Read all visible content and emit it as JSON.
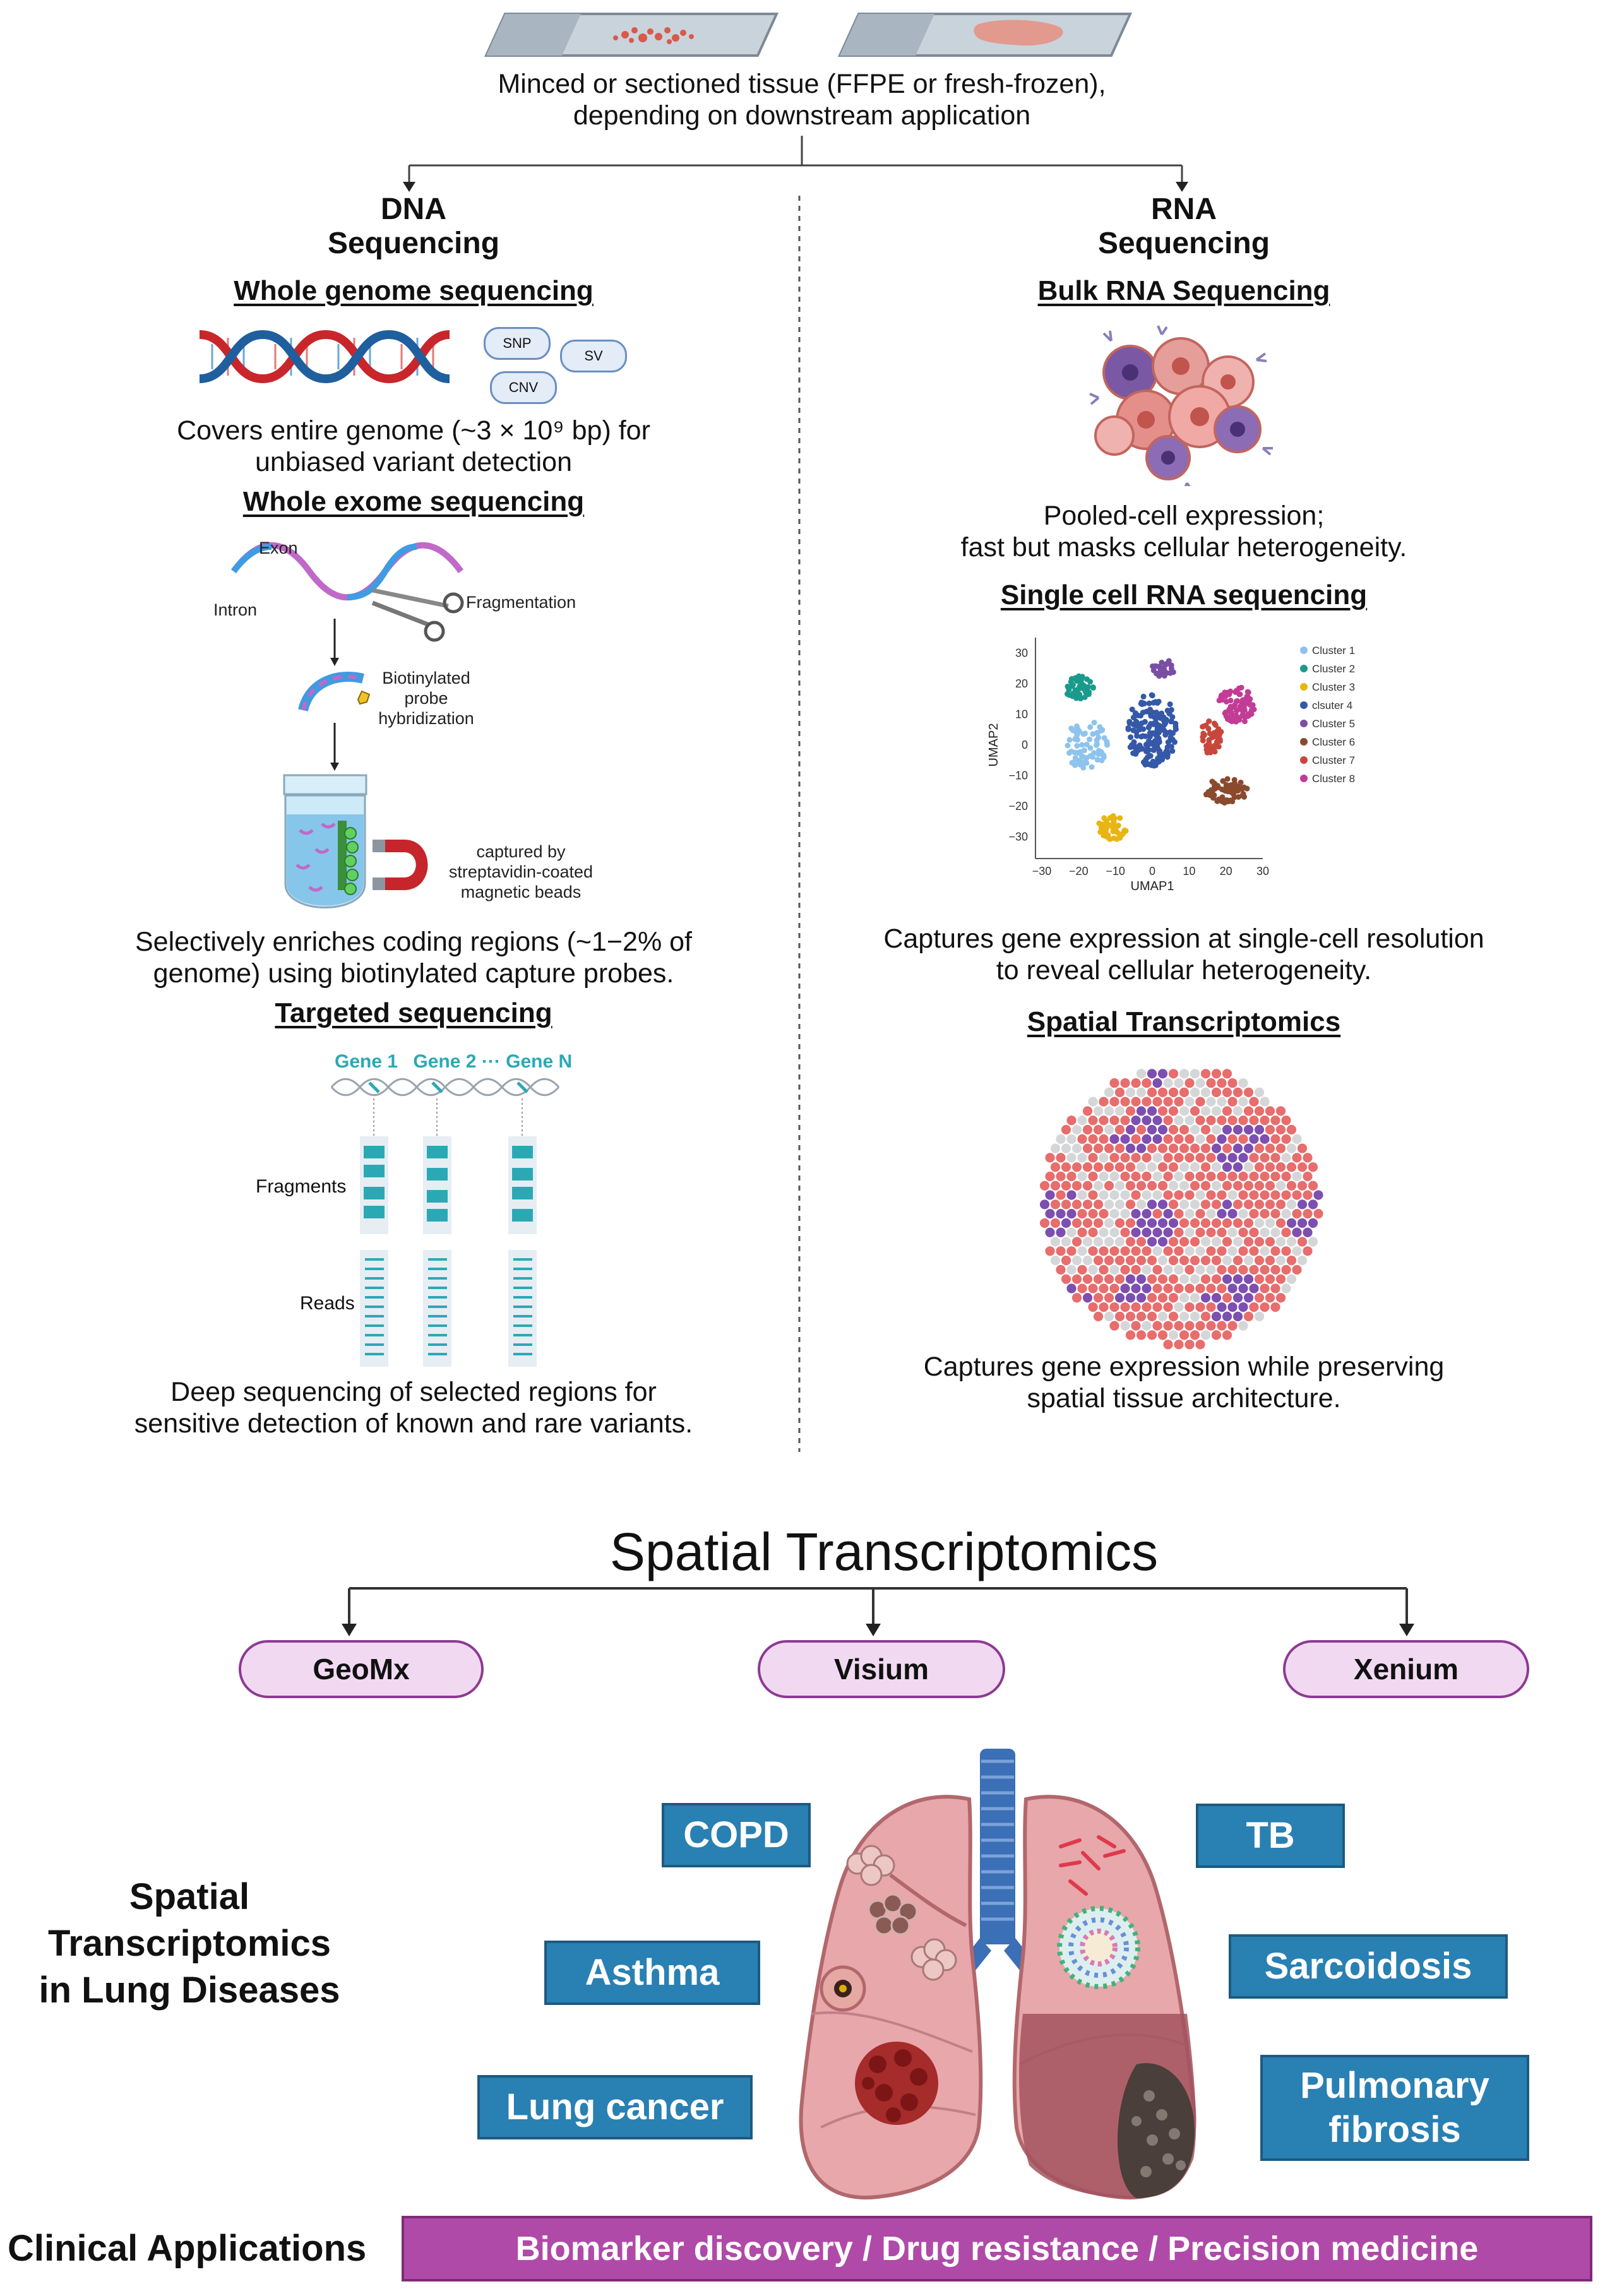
{
  "top": {
    "tissue_caption_1": "Minced or sectioned tissue (FFPE or fresh-frozen),",
    "tissue_caption_2": "depending on downstream application"
  },
  "dna": {
    "title_1": "DNA",
    "title_2": "Sequencing",
    "wgs": {
      "heading": "Whole genome sequencing",
      "badges": [
        "SNP",
        "SV",
        "CNV"
      ],
      "caption_1": "Covers entire genome (~3 × 10⁹ bp) for",
      "caption_2": "unbiased variant detection"
    },
    "wes": {
      "heading": "Whole exome sequencing",
      "label_exon": "Exon",
      "label_intron": "Intron",
      "label_fragmentation": "Fragmentation",
      "label_probe_1": "Biotinylated",
      "label_probe_2": "probe",
      "label_probe_3": "hybridization",
      "label_beads_1": "captured by",
      "label_beads_2": "streptavidin-coated",
      "label_beads_3": "magnetic beads",
      "caption_1": "Selectively enriches coding regions (~1−2% of",
      "caption_2": "genome) using biotinylated capture probes."
    },
    "targeted": {
      "heading": "Targeted sequencing",
      "gene_labels": [
        "Gene 1",
        "Gene 2",
        "···",
        "Gene N"
      ],
      "label_fragments": "Fragments",
      "label_reads": "Reads",
      "caption_1": "Deep sequencing of selected regions for",
      "caption_2": "sensitive detection of known and rare variants."
    }
  },
  "rna": {
    "title_1": "RNA",
    "title_2": "Sequencing",
    "bulk": {
      "heading": "Bulk RNA Sequencing",
      "caption_1": "Pooled-cell expression;",
      "caption_2": "fast but masks cellular heterogeneity."
    },
    "scrna": {
      "heading": "Single cell RNA sequencing",
      "caption_1": "Captures gene expression at single-cell resolution",
      "caption_2": "to reveal cellular heterogeneity."
    },
    "spatial": {
      "heading": "Spatial Transcriptomics",
      "caption_1": "Captures gene expression while preserving",
      "caption_2": "spatial tissue architecture."
    }
  },
  "chart_data": {
    "type": "scatter",
    "xlabel": "UMAP1",
    "ylabel": "UMAP2",
    "xlim": [
      -30,
      30
    ],
    "ylim": [
      -35,
      35
    ],
    "xticks": [
      -30,
      -20,
      -10,
      0,
      10,
      20,
      30
    ],
    "yticks": [
      30,
      20,
      10,
      0,
      -10,
      -20,
      -30
    ],
    "xtick_labels": [
      "−30",
      "−20",
      "−10",
      "0",
      "10",
      "20",
      "30"
    ],
    "ytick_labels": [
      "30",
      "20",
      "10",
      "0",
      "−10",
      "−20",
      "−30"
    ],
    "legend_position": "right",
    "series": [
      {
        "name": "Cluster 1",
        "color": "#8ec3ee",
        "center": [
          -18,
          0
        ],
        "spread": [
          6,
          8
        ]
      },
      {
        "name": "Cluster 2",
        "color": "#1a9a8c",
        "center": [
          -20,
          19
        ],
        "spread": [
          4,
          4
        ]
      },
      {
        "name": "Cluster 3",
        "color": "#e8b512",
        "center": [
          -11,
          -27
        ],
        "spread": [
          4,
          4
        ]
      },
      {
        "name": "clsuter 4",
        "color": "#3558a8",
        "center": [
          0,
          5
        ],
        "spread": [
          7,
          12
        ]
      },
      {
        "name": "Cluster 5",
        "color": "#7a4fa3",
        "center": [
          3,
          25
        ],
        "spread": [
          3,
          3
        ]
      },
      {
        "name": "Cluster 6",
        "color": "#8b4a2e",
        "center": [
          20,
          -15
        ],
        "spread": [
          6,
          4
        ]
      },
      {
        "name": "Cluster 7",
        "color": "#c8473c",
        "center": [
          16,
          3
        ],
        "spread": [
          3,
          6
        ]
      },
      {
        "name": "Cluster 8",
        "color": "#c23c95",
        "center": [
          23,
          13
        ],
        "spread": [
          5,
          6
        ]
      }
    ]
  },
  "spatial_section": {
    "title": "Spatial Transcriptomics",
    "platforms": [
      "GeoMx",
      "Visium",
      "Xenium"
    ],
    "side_label_1": "Spatial",
    "side_label_2": "Transcriptomics",
    "side_label_3": "in Lung Diseases",
    "diseases_left": [
      "COPD",
      "Asthma",
      "Lung cancer"
    ],
    "diseases_right": [
      "TB",
      "Sarcoidosis",
      "Pulmonary fibrosis"
    ],
    "pulmonary_1": "Pulmonary",
    "pulmonary_2": "fibrosis"
  },
  "clinical": {
    "label": "Clinical Applications",
    "bar_text": "Biomarker discovery / Drug resistance / Precision medicine"
  },
  "colors": {
    "pill_border": "#8d3a93",
    "pill_fill": "#f1d9f2",
    "disease_box": "#2980b2",
    "clinical_bar": "#b04aa8"
  }
}
